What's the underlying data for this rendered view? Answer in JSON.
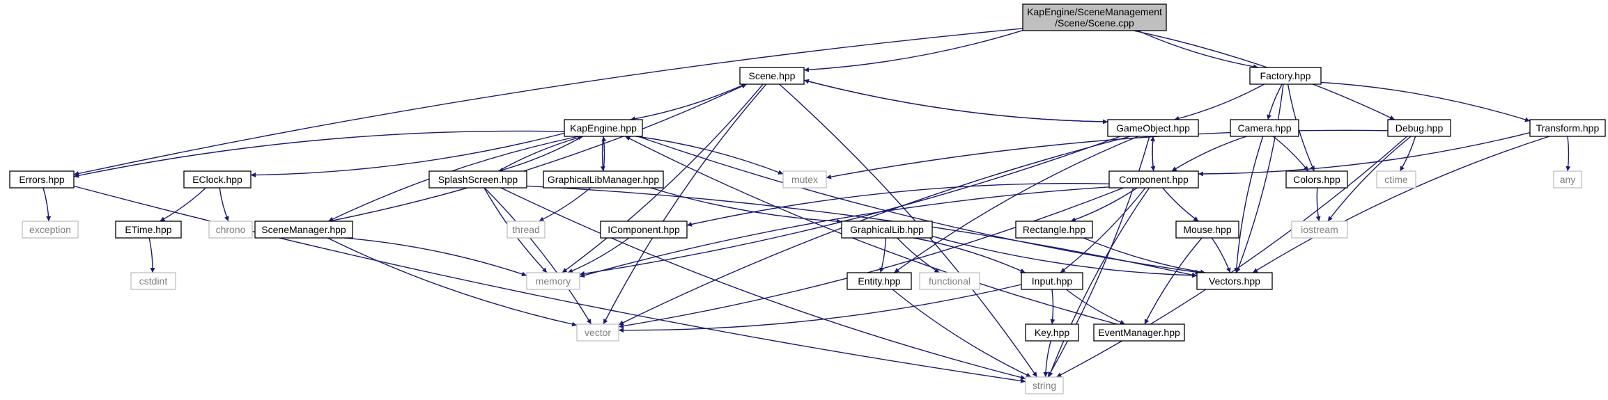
{
  "colors": {
    "edge": "#191970",
    "project_border": "#000000",
    "system_border": "#bfbfbf",
    "system_text": "#7f7f7f",
    "root_fill": "#bfbfbf",
    "node_fill": "#ffffff",
    "text": "#000000"
  },
  "nodes": {
    "scene_cpp": {
      "lines": [
        "KapEngine/SceneManagement",
        "/Scene/Scene.cpp"
      ],
      "kind": "root"
    },
    "scene_hpp": {
      "lines": [
        "Scene.hpp"
      ],
      "kind": "project"
    },
    "factory_hpp": {
      "lines": [
        "Factory.hpp"
      ],
      "kind": "project"
    },
    "debug_hpp": {
      "lines": [
        "Debug.hpp"
      ],
      "kind": "project"
    },
    "errors_hpp": {
      "lines": [
        "Errors.hpp"
      ],
      "kind": "project"
    },
    "kapengine_hpp": {
      "lines": [
        "KapEngine.hpp"
      ],
      "kind": "project"
    },
    "gameobject_hpp": {
      "lines": [
        "GameObject.hpp"
      ],
      "kind": "project"
    },
    "camera_hpp": {
      "lines": [
        "Camera.hpp"
      ],
      "kind": "project"
    },
    "transform_hpp": {
      "lines": [
        "Transform.hpp"
      ],
      "kind": "project"
    },
    "component_hpp": {
      "lines": [
        "Component.hpp"
      ],
      "kind": "project"
    },
    "eclock_hpp": {
      "lines": [
        "EClock.hpp"
      ],
      "kind": "project"
    },
    "splash_hpp": {
      "lines": [
        "SplashScreen.hpp"
      ],
      "kind": "project"
    },
    "glibmgr_hpp": {
      "lines": [
        "GraphicalLibManager.hpp"
      ],
      "kind": "project"
    },
    "colors_hpp": {
      "lines": [
        "Colors.hpp"
      ],
      "kind": "project"
    },
    "etime_hpp": {
      "lines": [
        "ETime.hpp"
      ],
      "kind": "project"
    },
    "scenemgr_hpp": {
      "lines": [
        "SceneManager.hpp"
      ],
      "kind": "project"
    },
    "icomponent_hpp": {
      "lines": [
        "IComponent.hpp"
      ],
      "kind": "project"
    },
    "glib_hpp": {
      "lines": [
        "GraphicalLib.hpp"
      ],
      "kind": "project"
    },
    "rectangle_hpp": {
      "lines": [
        "Rectangle.hpp"
      ],
      "kind": "project"
    },
    "mouse_hpp": {
      "lines": [
        "Mouse.hpp"
      ],
      "kind": "project"
    },
    "entity_hpp": {
      "lines": [
        "Entity.hpp"
      ],
      "kind": "project"
    },
    "input_hpp": {
      "lines": [
        "Input.hpp"
      ],
      "kind": "project"
    },
    "vectors_hpp": {
      "lines": [
        "Vectors.hpp"
      ],
      "kind": "project"
    },
    "key_hpp": {
      "lines": [
        "Key.hpp"
      ],
      "kind": "project"
    },
    "eventmgr_hpp": {
      "lines": [
        "EventManager.hpp"
      ],
      "kind": "project"
    },
    "exception": {
      "lines": [
        "exception"
      ],
      "kind": "system"
    },
    "chrono": {
      "lines": [
        "chrono"
      ],
      "kind": "system"
    },
    "cstdint": {
      "lines": [
        "cstdint"
      ],
      "kind": "system"
    },
    "thread": {
      "lines": [
        "thread"
      ],
      "kind": "system"
    },
    "mutex": {
      "lines": [
        "mutex"
      ],
      "kind": "system"
    },
    "memory": {
      "lines": [
        "memory"
      ],
      "kind": "system"
    },
    "functional": {
      "lines": [
        "functional"
      ],
      "kind": "system"
    },
    "vector": {
      "lines": [
        "vector"
      ],
      "kind": "system"
    },
    "string": {
      "lines": [
        "string"
      ],
      "kind": "system"
    },
    "ctime": {
      "lines": [
        "ctime"
      ],
      "kind": "system"
    },
    "any": {
      "lines": [
        "any"
      ],
      "kind": "system"
    },
    "iostream": {
      "lines": [
        "iostream"
      ],
      "kind": "system"
    }
  },
  "edges": [
    [
      "scene_cpp",
      "scene_hpp"
    ],
    [
      "scene_cpp",
      "factory_hpp"
    ],
    [
      "scene_cpp",
      "debug_hpp"
    ],
    [
      "scene_cpp",
      "errors_hpp"
    ],
    [
      "scene_hpp",
      "kapengine_hpp"
    ],
    [
      "scene_hpp",
      "gameobject_hpp"
    ],
    [
      "scene_hpp",
      "memory"
    ],
    [
      "scene_hpp",
      "vector"
    ],
    [
      "scene_hpp",
      "string"
    ],
    [
      "kapengine_hpp",
      "errors_hpp"
    ],
    [
      "kapengine_hpp",
      "eclock_hpp"
    ],
    [
      "kapengine_hpp",
      "scenemgr_hpp"
    ],
    [
      "kapengine_hpp",
      "splash_hpp"
    ],
    [
      "kapengine_hpp",
      "glibmgr_hpp"
    ],
    [
      "kapengine_hpp",
      "mutex"
    ],
    [
      "kapengine_hpp",
      "vectors_hpp"
    ],
    [
      "errors_hpp",
      "exception"
    ],
    [
      "errors_hpp",
      "string"
    ],
    [
      "eclock_hpp",
      "etime_hpp"
    ],
    [
      "eclock_hpp",
      "chrono"
    ],
    [
      "etime_hpp",
      "cstdint"
    ],
    [
      "scenemgr_hpp",
      "scene_hpp"
    ],
    [
      "scenemgr_hpp",
      "memory"
    ],
    [
      "scenemgr_hpp",
      "vector"
    ],
    [
      "splash_hpp",
      "kapengine_hpp"
    ],
    [
      "splash_hpp",
      "memory"
    ],
    [
      "splash_hpp",
      "vector"
    ],
    [
      "splash_hpp",
      "string"
    ],
    [
      "splash_hpp",
      "vectors_hpp"
    ],
    [
      "glibmgr_hpp",
      "kapengine_hpp"
    ],
    [
      "glibmgr_hpp",
      "thread"
    ],
    [
      "glibmgr_hpp",
      "glib_hpp"
    ],
    [
      "glib_hpp",
      "entity_hpp"
    ],
    [
      "glib_hpp",
      "functional"
    ],
    [
      "glib_hpp",
      "input_hpp"
    ],
    [
      "glib_hpp",
      "vectors_hpp"
    ],
    [
      "gameobject_hpp",
      "scene_hpp"
    ],
    [
      "gameobject_hpp",
      "component_hpp"
    ],
    [
      "gameobject_hpp",
      "memory"
    ],
    [
      "gameobject_hpp",
      "vector"
    ],
    [
      "gameobject_hpp",
      "string"
    ],
    [
      "gameobject_hpp",
      "entity_hpp"
    ],
    [
      "factory_hpp",
      "gameobject_hpp"
    ],
    [
      "factory_hpp",
      "camera_hpp"
    ],
    [
      "factory_hpp",
      "transform_hpp"
    ],
    [
      "factory_hpp",
      "colors_hpp"
    ],
    [
      "factory_hpp",
      "vectors_hpp"
    ],
    [
      "camera_hpp",
      "component_hpp"
    ],
    [
      "camera_hpp",
      "colors_hpp"
    ],
    [
      "camera_hpp",
      "vectors_hpp"
    ],
    [
      "transform_hpp",
      "component_hpp"
    ],
    [
      "transform_hpp",
      "vectors_hpp"
    ],
    [
      "transform_hpp",
      "any"
    ],
    [
      "debug_hpp",
      "mutex"
    ],
    [
      "debug_hpp",
      "ctime"
    ],
    [
      "debug_hpp",
      "iostream"
    ],
    [
      "debug_hpp",
      "string"
    ],
    [
      "colors_hpp",
      "iostream"
    ],
    [
      "component_hpp",
      "gameobject_hpp"
    ],
    [
      "component_hpp",
      "icomponent_hpp"
    ],
    [
      "component_hpp",
      "rectangle_hpp"
    ],
    [
      "component_hpp",
      "mouse_hpp"
    ],
    [
      "component_hpp",
      "input_hpp"
    ],
    [
      "component_hpp",
      "memory"
    ],
    [
      "component_hpp",
      "vector"
    ],
    [
      "component_hpp",
      "string"
    ],
    [
      "icomponent_hpp",
      "memory"
    ],
    [
      "rectangle_hpp",
      "vectors_hpp"
    ],
    [
      "mouse_hpp",
      "vectors_hpp"
    ],
    [
      "mouse_hpp",
      "eventmgr_hpp"
    ],
    [
      "input_hpp",
      "key_hpp"
    ],
    [
      "input_hpp",
      "eventmgr_hpp"
    ],
    [
      "input_hpp",
      "vector"
    ],
    [
      "key_hpp",
      "string"
    ],
    [
      "eventmgr_hpp",
      "kapengine_hpp"
    ],
    [
      "entity_hpp",
      "string"
    ]
  ]
}
